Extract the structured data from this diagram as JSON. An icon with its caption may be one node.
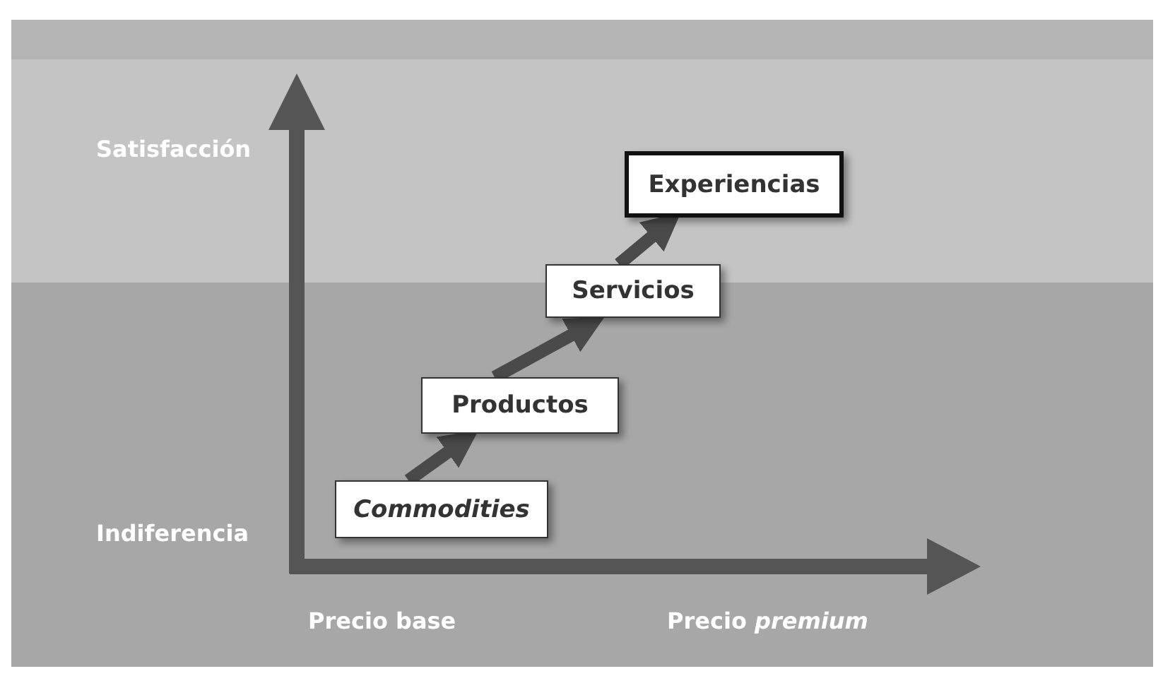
{
  "diagram": {
    "nodes": [
      {
        "text": [
          "Commodities"
        ]
      },
      {
        "text": [
          "Productos"
        ]
      },
      {
        "text": [
          "Servicios"
        ]
      },
      {
        "text": [
          "Experiencias"
        ]
      }
    ],
    "edges": [
      {
        "from": 0,
        "to": 1,
        "arrow": "to"
      },
      {
        "from": 1,
        "to": 2,
        "arrow": "to"
      },
      {
        "from": 2,
        "to": 3,
        "arrow": "to"
      }
    ],
    "labels": [
      "Satisfacción",
      "Indiferencia",
      "Precio base",
      "Precio *premium*"
    ]
  }
}
